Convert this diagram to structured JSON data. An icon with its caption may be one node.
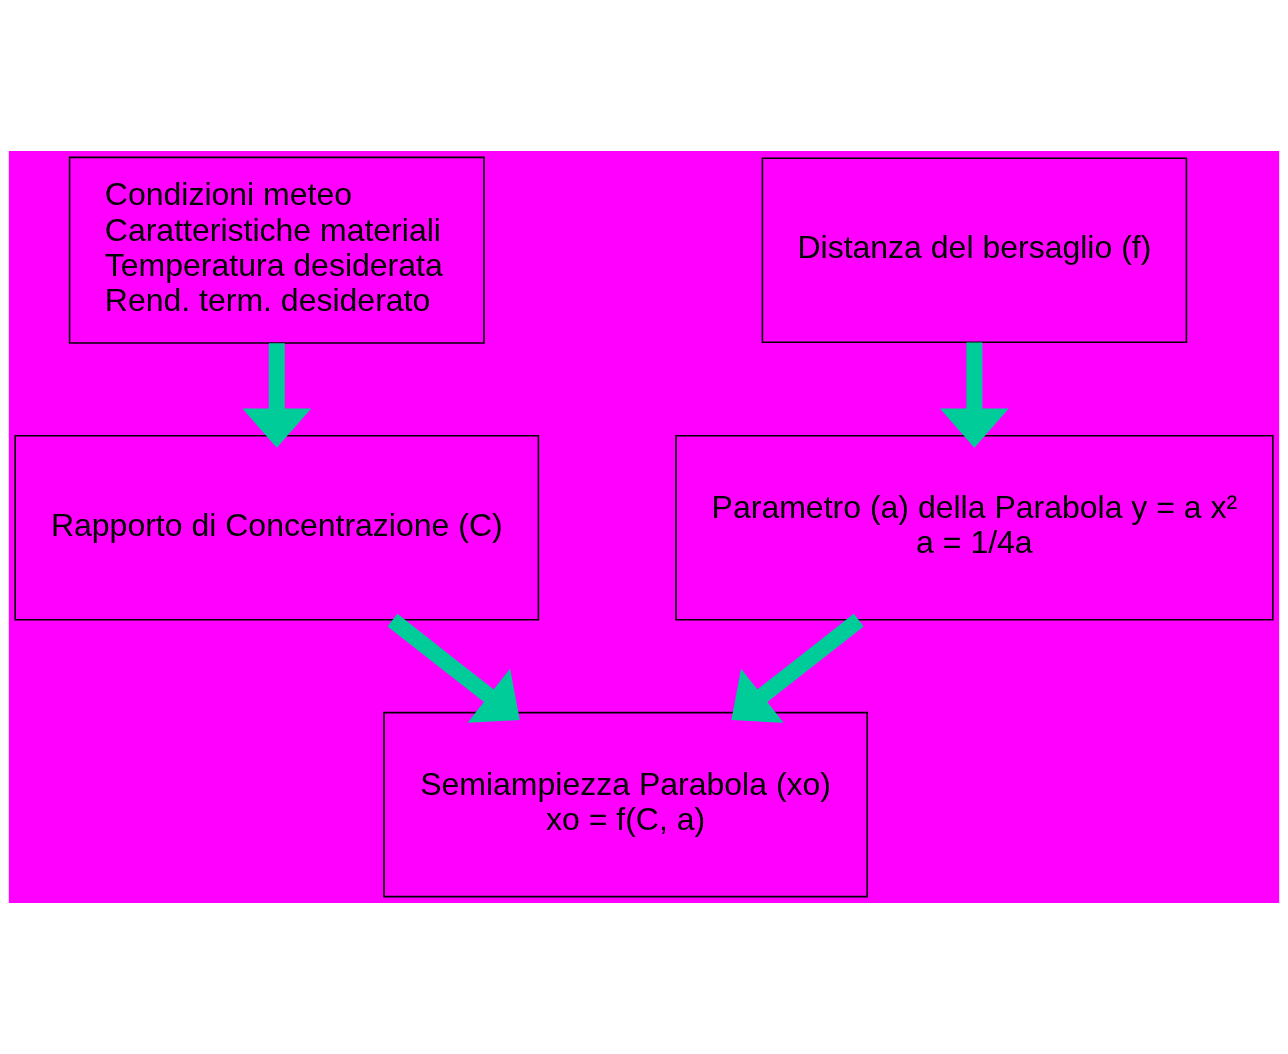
{
  "diagram": {
    "nodes": [
      {
        "text": [
          "Condizioni meteo",
          "Caratteristiche materiali",
          "Temperatura desiderata",
          "Rend. term. desiderato"
        ]
      },
      {
        "text": [
          "Distanza del bersaglio (f)"
        ]
      },
      {
        "text": [
          "Rapporto di Concentrazione (C)"
        ]
      },
      {
        "text": [
          "Parametro (a) della Parabola y = a x²",
          "a = 1/4a"
        ]
      },
      {
        "text": [
          "Semiampiezza Parabola (xo)",
          "xo = f(C, a)"
        ]
      }
    ],
    "edges": [
      {
        "from": 0,
        "to": 2,
        "arrow": "to"
      },
      {
        "from": 1,
        "to": 3,
        "arrow": "to"
      },
      {
        "from": 2,
        "to": 4,
        "arrow": "to"
      },
      {
        "from": 3,
        "to": 4,
        "arrow": "to"
      }
    ]
  }
}
